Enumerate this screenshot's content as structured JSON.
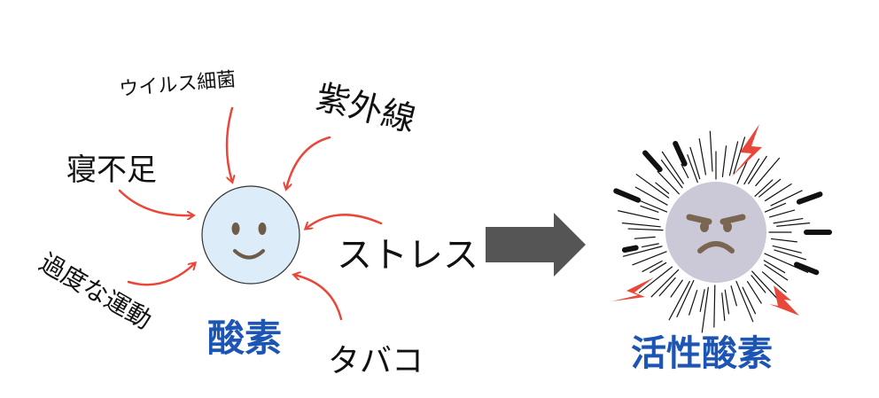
{
  "causes": {
    "virus": "ウイルス細菌",
    "uv": "紫外線",
    "sleep": "寝不足",
    "stress": "ストレス",
    "exercise": "過度な運動",
    "tobacco": "タバコ"
  },
  "oxygen_label": "酸素",
  "active_oxygen_label": "活性酸素",
  "colors": {
    "arrow": "#e8473a",
    "label_blue": "#1c55b3",
    "big_arrow": "#555555",
    "oxygen_fill": "#dcedf9",
    "active_fill": "#cbc8d8",
    "face": "#7a6650"
  }
}
